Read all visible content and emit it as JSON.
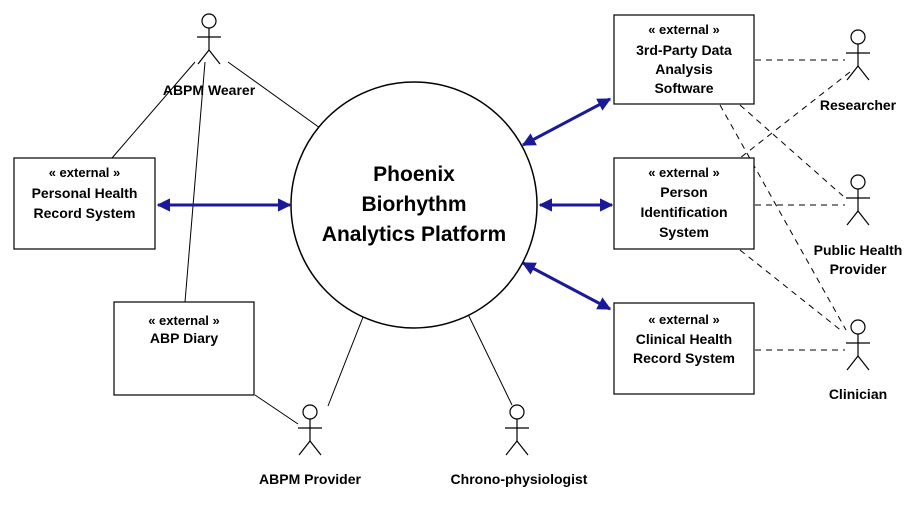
{
  "system": {
    "name_lines": [
      "Phoenix",
      "Biorhythm",
      "Analytics Platform"
    ]
  },
  "stereotype": "« external »",
  "external_systems": {
    "phr": {
      "lines": [
        "Personal Health",
        "Record System"
      ]
    },
    "abp_diary": {
      "lines": [
        "ABP Diary"
      ]
    },
    "third_party": {
      "lines": [
        "3rd-Party Data",
        "Analysis",
        "Software"
      ]
    },
    "person_id": {
      "lines": [
        "Person",
        "Identification",
        "System"
      ]
    },
    "clinical": {
      "lines": [
        "Clinical Health",
        "Record System"
      ]
    }
  },
  "actors": {
    "abpm_wearer": {
      "lines": [
        "ABPM Wearer"
      ]
    },
    "abpm_provider": {
      "lines": [
        "ABPM Provider"
      ]
    },
    "chrono": {
      "lines": [
        "Chrono-physiologist"
      ]
    },
    "researcher": {
      "lines": [
        "Researcher"
      ]
    },
    "public_health": {
      "lines": [
        "Public Health",
        "Provider"
      ]
    },
    "clinician": {
      "lines": [
        "Clinician"
      ]
    }
  },
  "colors": {
    "flow_arrow": "#1a1a99",
    "line": "#000000",
    "background": "#ffffff"
  }
}
